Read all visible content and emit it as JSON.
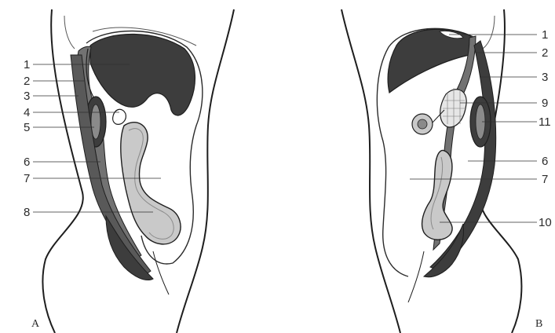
{
  "figure": {
    "panels": [
      {
        "id": "A",
        "label": "A",
        "callouts": [
          "1",
          "2",
          "3",
          "4",
          "5",
          "6",
          "7",
          "8"
        ]
      },
      {
        "id": "B",
        "label": "B",
        "callouts": [
          "1",
          "2",
          "3",
          "9",
          "11",
          "6",
          "7",
          "10"
        ]
      }
    ],
    "colors": {
      "outline": "#1e1e1e",
      "dark_fill": "#3d3d3d",
      "medium_fill": "#727272",
      "light_fill": "#c9c9c9",
      "pale_fill": "#e6e6e6"
    }
  }
}
